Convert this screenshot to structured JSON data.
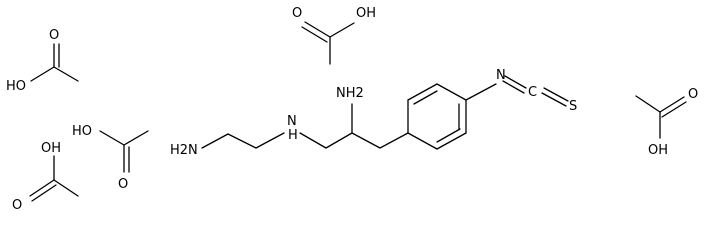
{
  "atoms": {
    "ho_left": "HO",
    "o_left": "O",
    "oh_top": "OH",
    "o_top": "O",
    "ho_mid": "HO",
    "o_mid": "O",
    "oh_bot": "OH",
    "o_bot": "O",
    "h2n_chain": "H2N",
    "nh_chain": "N",
    "h_chain": "H",
    "nh2_amine": "NH2",
    "n_iso": "N",
    "c_iso": "C",
    "s_iso": "S",
    "o_right": "O",
    "oh_right": "OH"
  }
}
